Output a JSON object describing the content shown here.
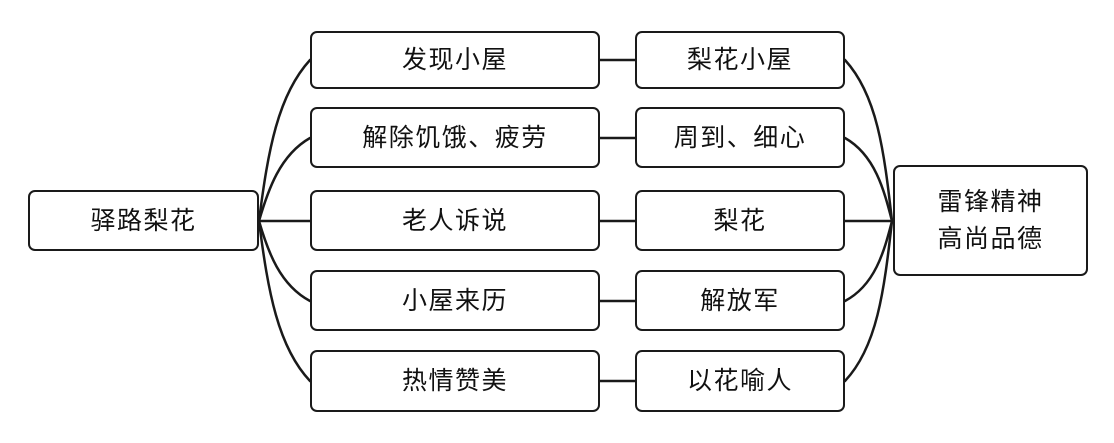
{
  "diagram": {
    "type": "mind-map",
    "title_node": {
      "label": "驿路梨花"
    },
    "conclusion_node": {
      "label": "雷锋精神\n高尚品德"
    },
    "branches": [
      {
        "event": "发现小屋",
        "meaning": "梨花小屋"
      },
      {
        "event": "解除饥饿、疲劳",
        "meaning": "周到、细心"
      },
      {
        "event": "老人诉说",
        "meaning": "梨花"
      },
      {
        "event": "小屋来历",
        "meaning": "解放军"
      },
      {
        "event": "热情赞美",
        "meaning": "以花喻人"
      }
    ],
    "colors": {
      "stroke": "#1a1a1a",
      "background": "#ffffff",
      "text": "#111111"
    }
  }
}
